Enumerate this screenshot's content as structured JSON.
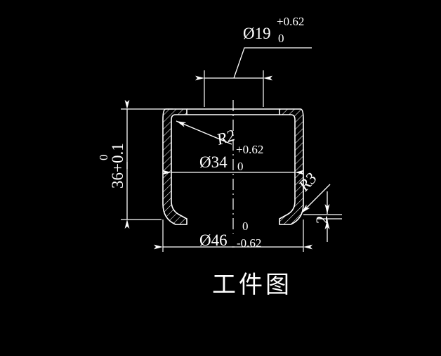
{
  "drawing": {
    "caption": "工件图",
    "caption_meaning": "workpiece-drawing",
    "background_color": "#000000",
    "line_color": "#ffffff",
    "view_type": "sectional-view-hat-profile"
  },
  "dimensions": {
    "top_bore": {
      "name": "diameter-19",
      "value": "Ø19",
      "tol_upper": "+0.62",
      "tol_lower": "0"
    },
    "inner_width": {
      "name": "diameter-34",
      "value": "Ø34",
      "tol_upper": "+0.62",
      "tol_lower": "0"
    },
    "outer_width": {
      "name": "diameter-46",
      "value": "Ø46",
      "tol_upper": "0",
      "tol_lower": "-0.62"
    },
    "height": {
      "name": "height-36",
      "value": "36",
      "tol_upper": "0",
      "tol_lower": "+0.1",
      "combined": "36+0.1"
    },
    "radius_inner": {
      "name": "radius-r2",
      "value": "R2"
    },
    "radius_outer": {
      "name": "radius-r3",
      "value": "R3"
    },
    "wall_thickness": {
      "name": "thickness-2",
      "value": "2"
    }
  }
}
